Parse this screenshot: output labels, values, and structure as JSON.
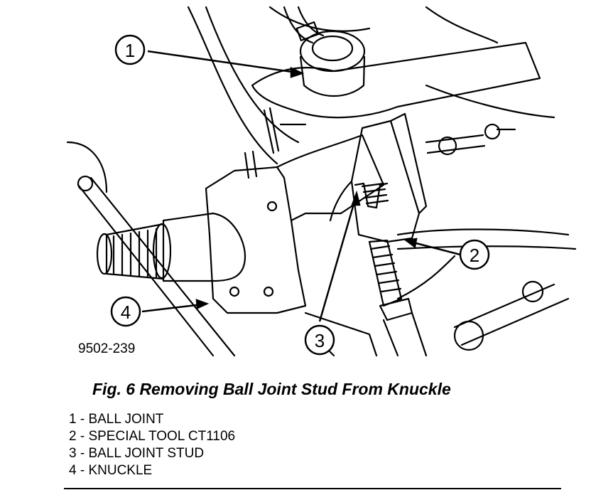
{
  "figure": {
    "id_label": "9502-239",
    "callouts": [
      {
        "number": "1"
      },
      {
        "number": "2"
      },
      {
        "number": "3"
      },
      {
        "number": "4"
      }
    ]
  },
  "caption": "Fig. 6 Removing Ball Joint Stud From Knuckle",
  "legend": [
    "1 - BALL JOINT",
    "2 - SPECIAL TOOL CT1106",
    "3 - BALL JOINT STUD",
    "4 - KNUCKLE"
  ]
}
